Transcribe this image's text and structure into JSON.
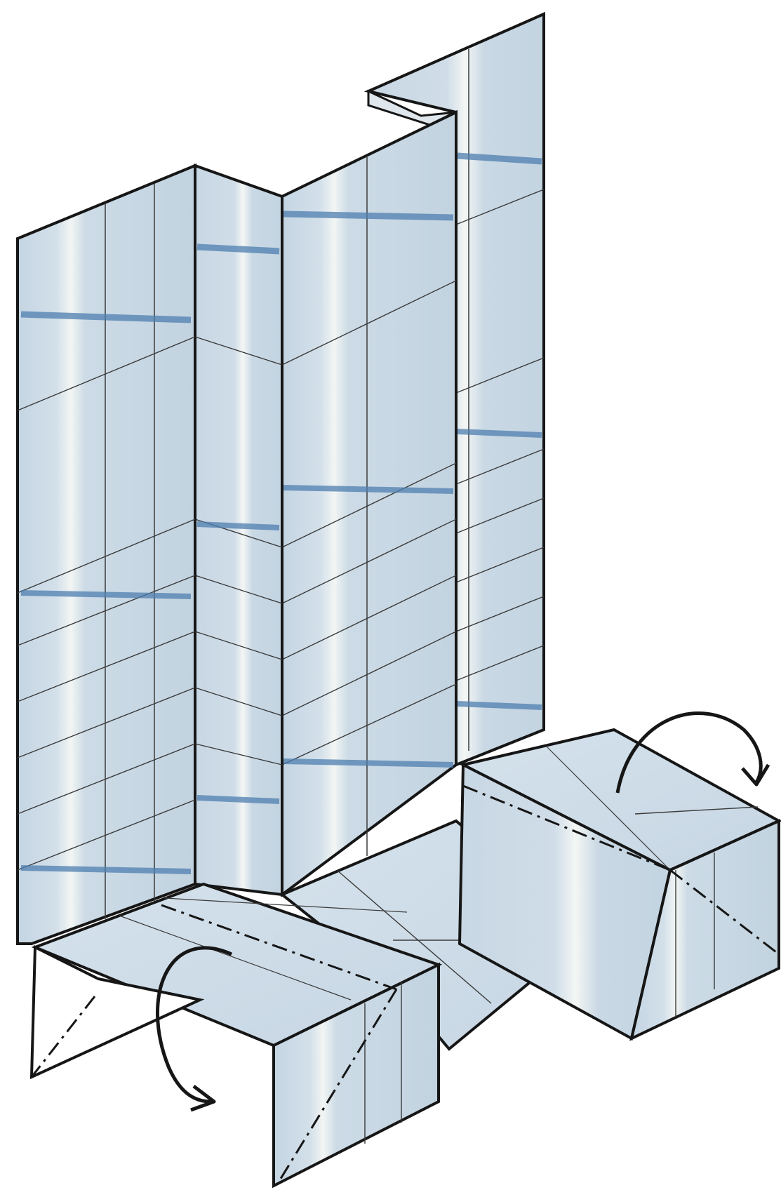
{
  "diagram": {
    "kind": "origami-fold-step",
    "colors": {
      "background": "#ffffff",
      "paper": "#c9d9e4",
      "paper_light": "#dfe8ef",
      "highlight": "#f4f6f3",
      "edge": "#161616",
      "crease": "#3a3a3a",
      "stripe": "#4f7fb0"
    },
    "line_styles": [
      "solid-edge",
      "crease",
      "mountain-fold-dash-dot"
    ],
    "arrows": [
      {
        "name": "fold-arrow-front",
        "icon": "curved-arrow-icon"
      },
      {
        "name": "fold-arrow-right",
        "icon": "curved-arrow-icon"
      }
    ]
  }
}
